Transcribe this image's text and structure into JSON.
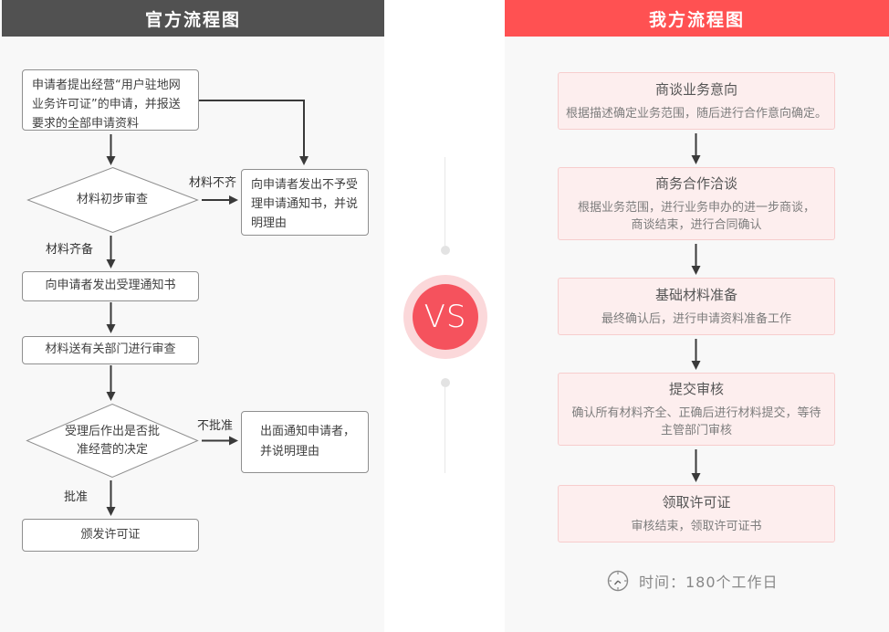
{
  "vs_badge": "VS",
  "official": {
    "header": "官方流程图",
    "box_apply": "申请者提出经营“用户驻地网业务许可证”的申请，并报送要求的全部申请资料",
    "diamond_initial_review": "材料初步审查",
    "label_materials_incomplete": "材料不齐",
    "label_materials_complete": "材料齐备",
    "box_not_accept_notice": "向申请者发出不予受理申请通知书，并说明理由",
    "box_accept_notice": "向申请者发出受理通知书",
    "box_send_review": "材料送有关部门进行审查",
    "diamond_decision": "受理后作出是否批准经营的决定",
    "label_not_approved": "不批准",
    "label_approved": "批准",
    "box_notify_line1": "出面通知申请者，",
    "box_notify_line2": "并说明理由",
    "box_issue_license": "颁发许可证"
  },
  "ours": {
    "header": "我方流程图",
    "steps": [
      {
        "title": "商谈业务意向",
        "desc1": "根据描述确定业务范围，随后进行合作意向确定。",
        "desc2": ""
      },
      {
        "title": "商务合作洽谈",
        "desc1": "根据业务范围，进行业务申办的进一步商谈，",
        "desc2": "商谈结束，进行合同确认"
      },
      {
        "title": "基础材料准备",
        "desc1": "最终确认后，进行申请资料准备工作",
        "desc2": ""
      },
      {
        "title": "提交审核",
        "desc1": "确认所有材料齐全、正确后进行材料提交，等待",
        "desc2": "主管部门审核"
      },
      {
        "title": "领取许可证",
        "desc1": "审核结束，领取许可证书",
        "desc2": ""
      }
    ],
    "time_icon": "clock-icon",
    "time_note": "时间：180个工作日"
  },
  "colors": {
    "official_header_bg": "#515151",
    "ours_header_bg": "#ff5152",
    "page_column_bg": "#f8f8f8",
    "vs_circle": "#f5525d",
    "vs_ring": "#fbd8da",
    "step_box_bg": "#fdeeee",
    "step_box_border": "#f7cdcd",
    "official_box_border": "#8f8f8f",
    "connector": "#3a3a3a"
  }
}
